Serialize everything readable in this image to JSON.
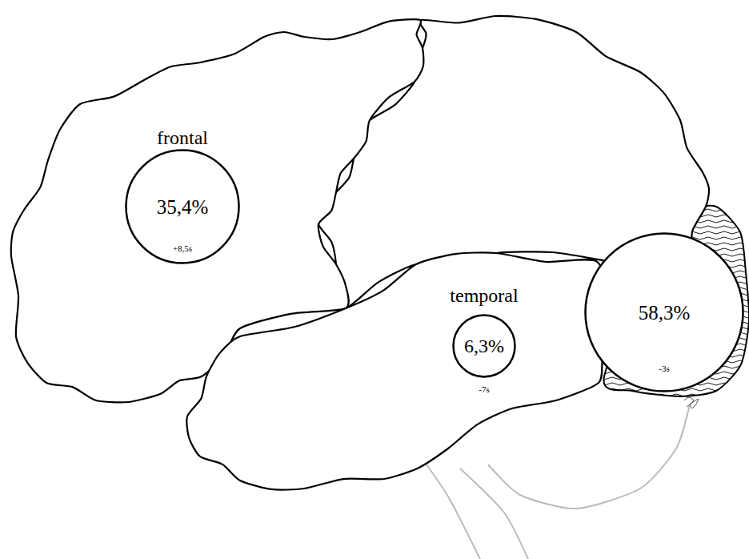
{
  "diagram": {
    "nodes": [
      {
        "text": [
          "frontal",
          "35,4%",
          "+8,5s"
        ]
      },
      {
        "text": [
          "temporal",
          "6,3%",
          "-7s"
        ]
      },
      {
        "text": [
          "58,3%",
          "-3s"
        ]
      }
    ]
  }
}
